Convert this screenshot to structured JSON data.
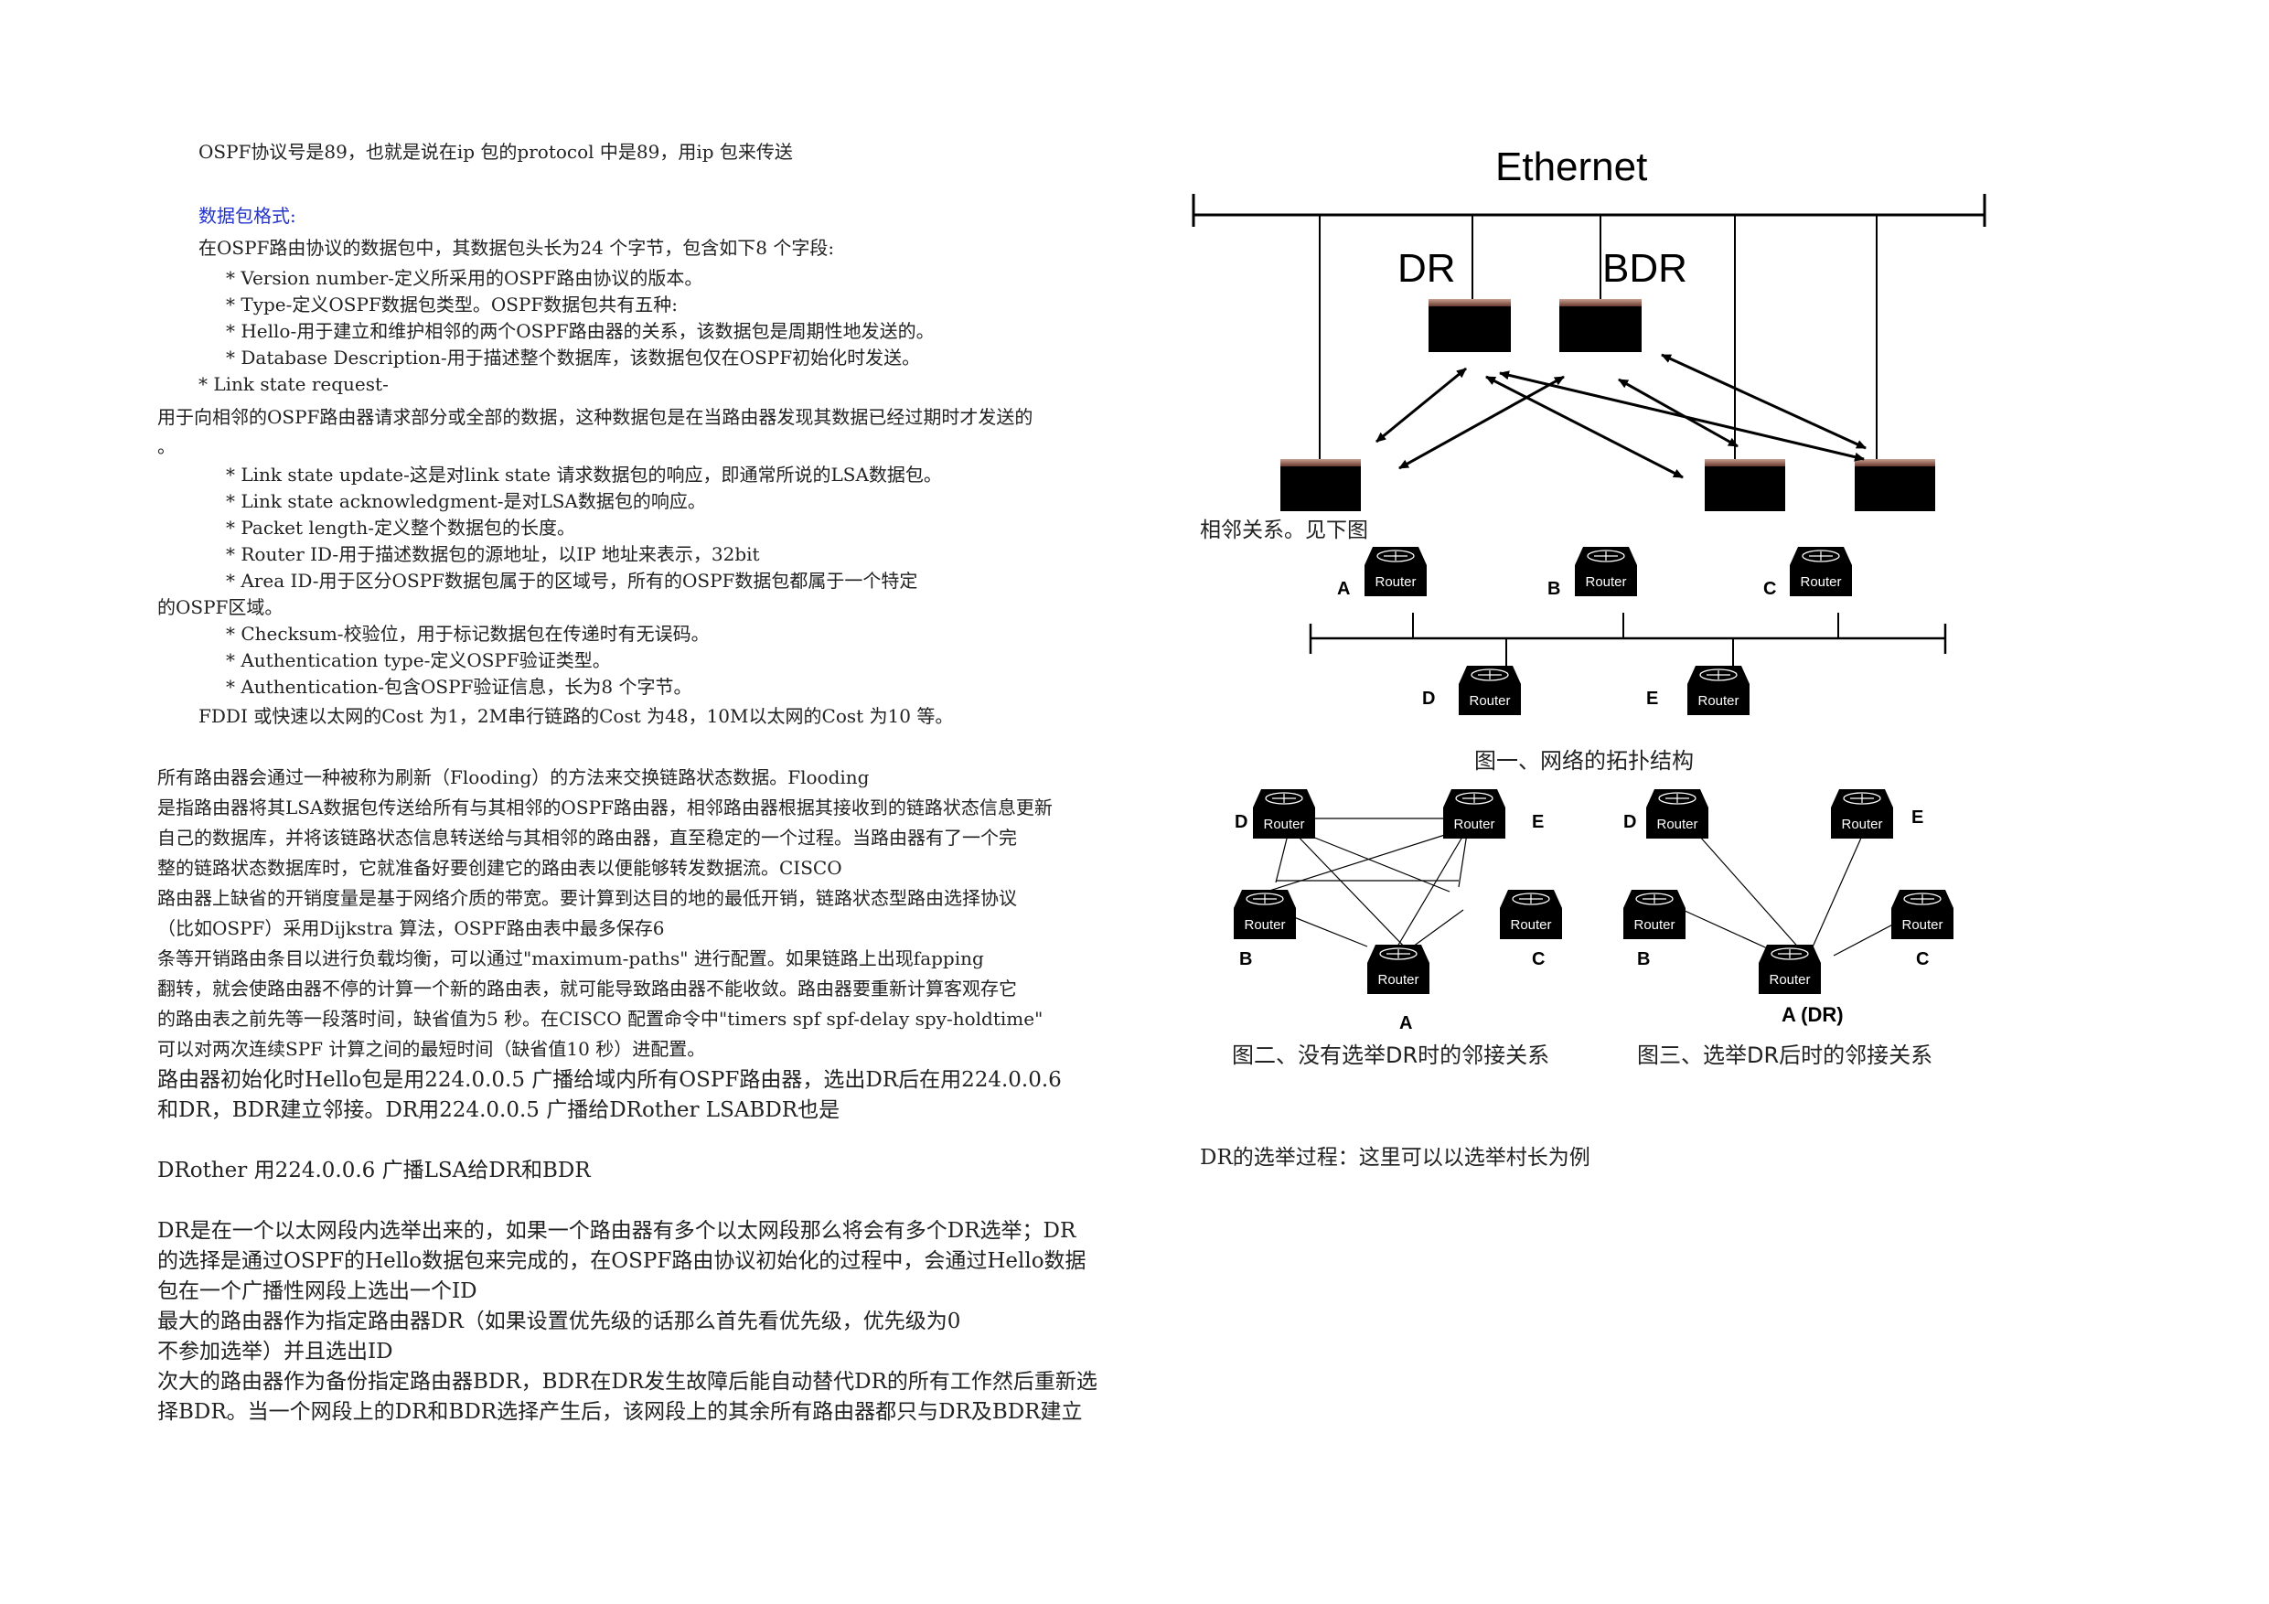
{
  "left": {
    "intro": "OSPF协议号是89，也就是说在ip 包的protocol 中是89，用ip 包来传送",
    "format_heading": "数据包格式:",
    "format_desc": "在OSPF路由协议的数据包中，其数据包头长为24 个字节，包含如下8 个字段:",
    "fields_a": [
      "* Version number-定义所采用的OSPF路由协议的版本。",
      "* Type-定义OSPF数据包类型。OSPF数据包共有五种:",
      "* Hello-用于建立和维护相邻的两个OSPF路由器的关系，该数据包是周期性地发送的。",
      "* Database Description-用于描述整个数据库，该数据包仅在OSPF初始化时发送。"
    ],
    "lsr_item": "* Link state request-",
    "lsr_desc1": "用于向相邻的OSPF路由器请求部分或全部的数据，这种数据包是在当路由器发现其数据已经过期时才发送的",
    "lsr_desc2": "。",
    "fields_b": [
      "* Link state update-这是对link state 请求数据包的响应，即通常所说的LSA数据包。",
      "* Link state acknowledgment-是对LSA数据包的响应。",
      "* Packet length-定义整个数据包的长度。",
      "* Router ID-用于描述数据包的源地址，以IP 地址来表示，32bit",
      "* Area ID-用于区分OSPF数据包属于的区域号，所有的OSPF数据包都属于一个特定"
    ],
    "area_wrap": "的OSPF区域。",
    "fields_c": [
      "* Checksum-校验位，用于标记数据包在传递时有无误码。",
      "* Authentication type-定义OSPF验证类型。",
      "* Authentication-包含OSPF验证信息，长为8 个字节。"
    ],
    "cost_line": "FDDI 或快速以太网的Cost 为1，2M串行链路的Cost 为48，10M以太网的Cost 为10 等。",
    "flood_lines": [
      "所有路由器会通过一种被称为刷新（Flooding）的方法来交换链路状态数据。Flooding",
      "是指路由器将其LSA数据包传送给所有与其相邻的OSPF路由器，相邻路由器根据其接收到的链路状态信息更新",
      "自己的数据库，并将该链路状态信息转送给与其相邻的路由器，直至稳定的一个过程。当路由器有了一个完",
      "整的链路状态数据库时，它就准备好要创建它的路由表以便能够转发数据流。CISCO",
      "路由器上缺省的开销度量是基于网络介质的带宽。要计算到达目的地的最低开销，链路状态型路由选择协议",
      "（比如OSPF）采用Dijkstra 算法，OSPF路由表中最多保存6",
      "条等开销路由条目以进行负载均衡，可以通过\"maximum-paths\" 进行配置。如果链路上出现fapping",
      "翻转，就会使路由器不停的计算一个新的路由表，就可能导致路由器不能收敛。路由器要重新计算客观存它",
      "的路由表之前先等一段落时间，缺省值为5 秒。在CISCO 配置命令中\"timers spf spf-delay spy-holdtime\"",
      "可以对两次连续SPF 计算之间的最短时间（缺省值10 秒）进配置。"
    ],
    "hello_lines": [
      "路由器初始化时Hello包是用224.0.0.5 广播给域内所有OSPF路由器，选出DR后在用224.0.0.6",
      "和DR，BDR建立邻接。DR用224.0.0.5 广播给DRother LSABDR也是"
    ],
    "drother_line": "DRother 用224.0.0.6 广播LSA给DR和BDR",
    "dr_lines": [
      "DR是在一个以太网段内选举出来的，如果一个路由器有多个以太网段那么将会有多个DR选举；DR",
      "的选择是通过OSPF的Hello数据包来完成的，在OSPF路由协议初始化的过程中，会通过Hello数据",
      "包在一个广播性网段上选出一个ID",
      "最大的路由器作为指定路由器DR（如果设置优先级的话那么首先看优先级，优先级为0",
      "不参加选举）并且选出ID",
      "次大的路由器作为备份指定路由器BDR，BDR在DR发生故障后能自动替代DR的所有工作然后重新选",
      "择BDR。当一个网段上的DR和BDR选择产生后，该网段上的其余所有路由器都只与DR及BDR建立"
    ]
  },
  "right": {
    "eth_label": "Ethernet",
    "dr_label": "DR",
    "bdr_label": "BDR",
    "adj_caption": "相邻关系。见下图",
    "router_text": "Router",
    "topo_labels": [
      "A",
      "B",
      "C",
      "D",
      "E"
    ],
    "fig1_caption": "图一、网络的拓扑结构",
    "fig2_labels": [
      "D",
      "E",
      "B",
      "C",
      "A"
    ],
    "fig3_labels": [
      "D",
      "E",
      "B",
      "C",
      "A (DR)"
    ],
    "fig2_caption": "图二、没有选举DR时的邻接关系",
    "fig3_caption": "图三、选举DR后时的邻接关系",
    "election": "DR的选举过程：这里可以以选举村长为例"
  }
}
